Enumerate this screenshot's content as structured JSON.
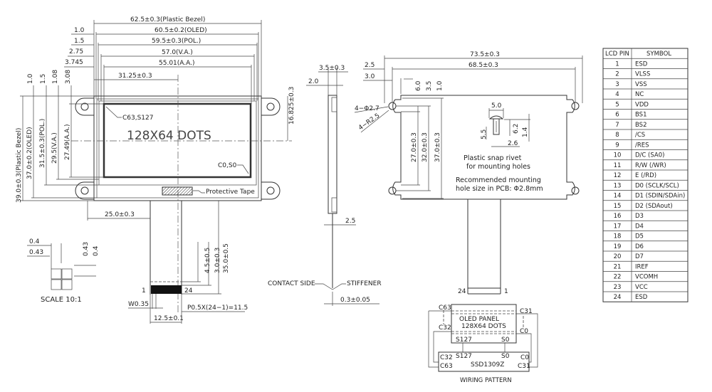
{
  "front_view": {
    "dims_horizontal": [
      "62.5±0.3(Plastic Bezel)",
      "60.5±0.2(OLED)",
      "59.5±0.3(POL.)",
      "57.0(V.A.)",
      "55.01(A.A.)",
      "31.25±0.3"
    ],
    "offsets_left": [
      "1.0",
      "1.5",
      "2.75",
      "3.745"
    ],
    "offsets_top": [
      "1.0",
      "1.5",
      "1.08",
      "3.08"
    ],
    "dims_vertical": [
      "39.0±0.3(Plastic Bezel)",
      "37.0±0.2(OLED)",
      "31.5±0.3(POL.)",
      "29.5(V.A.)",
      "27.49(A.A.)"
    ],
    "center_offset": "16.825±0.3",
    "dots_label": "128X64 DOTS",
    "corner_top_left": "C63,S127",
    "corner_bottom_right": "C0,S0",
    "protective_tape": "Protective Tape",
    "fpc_offset": "25.0±0.3",
    "fpc_dims": [
      "4.5±0.5",
      "3.0±0.3",
      "35.0±0.5"
    ],
    "pin_first": "1",
    "pin_last": "24",
    "width_label": "W0.35",
    "pitch_label": "P0.5X(24−1)=11.5",
    "fpc_width": "12.5±0.1"
  },
  "pixel_detail": {
    "labels_h": [
      "0.4",
      "0.43"
    ],
    "labels_v": [
      "0.43",
      "0.4"
    ],
    "scale": "SCALE 10:1"
  },
  "side_view": {
    "thickness": "3.5±0.3",
    "top": "2.0",
    "bottom": "2.5",
    "contact_side": "CONTACT SIDE",
    "stiffener": "STIFFENER",
    "fpc_thickness": "0.3±0.05"
  },
  "back_view": {
    "width_total": "73.5±0.3",
    "hole_pitch": "68.5±0.3",
    "left_offsets": [
      "2.5",
      "3.0"
    ],
    "top_offsets": [
      "6.0",
      "3.5",
      "1.0"
    ],
    "dims_vertical": [
      "27.0±0.3",
      "32.0±0.3",
      "37.0±0.3"
    ],
    "hole_dia": "4−Φ2.7",
    "hole_radius": "4−R2.5",
    "rivet_dims": [
      "5.0",
      "5.5",
      "6.2",
      "1.4",
      "2.6"
    ],
    "rivet_note": [
      "Plastic snap rivet",
      "for mounting holes"
    ],
    "pcb_note": [
      "Recommended mounting",
      "hole size in PCB: Φ2.8mm"
    ],
    "pin_left": "24",
    "pin_right": "1"
  },
  "wiring": {
    "panel": [
      "OLED PANEL",
      "128X64 DOTS"
    ],
    "panel_labels": [
      "C63",
      "C32",
      "C31",
      "C0",
      "S127",
      "S0"
    ],
    "chip": "SSD1309Z",
    "chip_labels": [
      "C32",
      "C63",
      "S127",
      "S0",
      "C0",
      "C31"
    ],
    "title": "WIRING PATTERN"
  },
  "pin_table": {
    "headers": [
      "LCD PIN",
      "SYMBOL"
    ],
    "rows": [
      [
        "1",
        "ESD"
      ],
      [
        "2",
        "VLSS"
      ],
      [
        "3",
        "VSS"
      ],
      [
        "4",
        "NC"
      ],
      [
        "5",
        "VDD"
      ],
      [
        "6",
        "BS1"
      ],
      [
        "7",
        "BS2"
      ],
      [
        "8",
        "/CS"
      ],
      [
        "9",
        "/RES"
      ],
      [
        "10",
        "D/C (SA0)"
      ],
      [
        "11",
        "R/W (/WR)"
      ],
      [
        "12",
        "E (/RD)"
      ],
      [
        "13",
        "D0 (SCLK/SCL)"
      ],
      [
        "14",
        "D1 (SDIN/SDAin)"
      ],
      [
        "15",
        "D2 (SDAout)"
      ],
      [
        "16",
        "D3"
      ],
      [
        "17",
        "D4"
      ],
      [
        "18",
        "D5"
      ],
      [
        "19",
        "D6"
      ],
      [
        "20",
        "D7"
      ],
      [
        "21",
        "IREF"
      ],
      [
        "22",
        "VCOMH"
      ],
      [
        "23",
        "VCC"
      ],
      [
        "24",
        "ESD"
      ]
    ]
  }
}
